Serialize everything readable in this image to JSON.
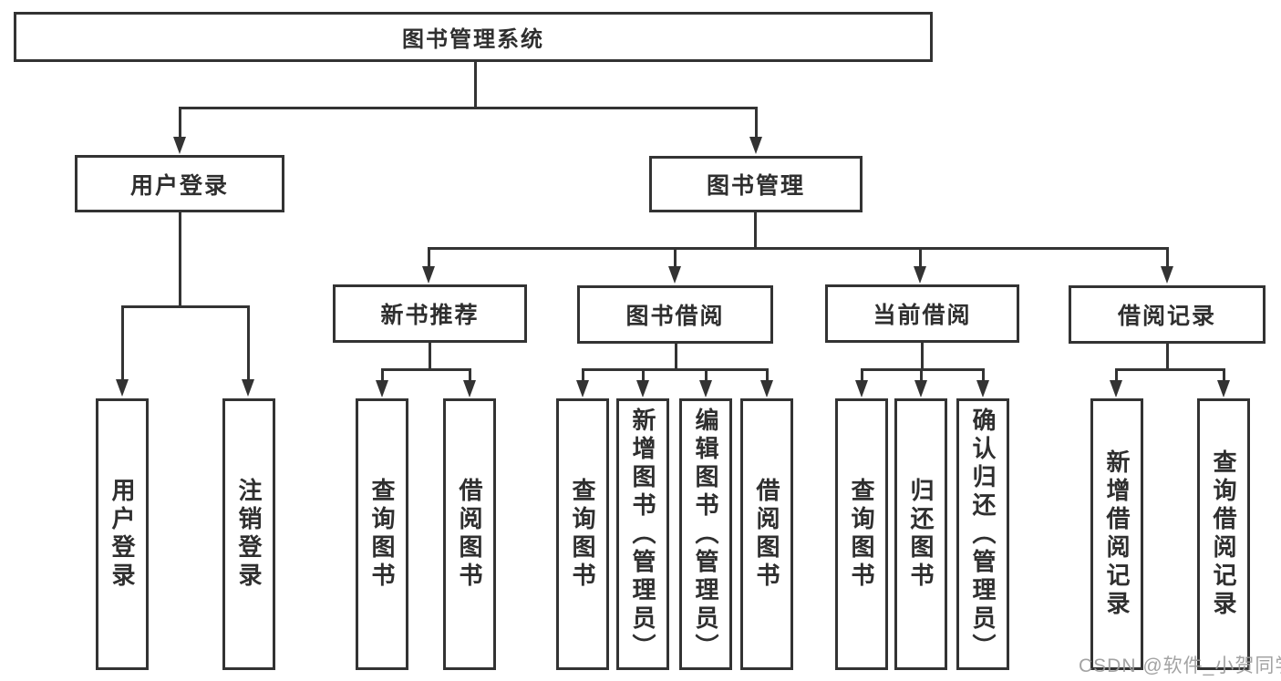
{
  "colors": {
    "line": "#333333",
    "text": "#2f2f2f",
    "watermark": "#9b9b9b",
    "background": "#ffffff"
  },
  "watermark": "CSDN @软件_小贺同学",
  "tree": {
    "label": "图书管理系统",
    "children": [
      {
        "label": "用户登录",
        "children": [
          {
            "label": "用户登录"
          },
          {
            "label": "注销登录"
          }
        ]
      },
      {
        "label": "图书管理",
        "children": [
          {
            "label": "新书推荐",
            "children": [
              {
                "label": "查询图书"
              },
              {
                "label": "借阅图书"
              }
            ]
          },
          {
            "label": "图书借阅",
            "children": [
              {
                "label": "查询图书"
              },
              {
                "label": "新增图书（管理员）"
              },
              {
                "label": "编辑图书（管理员）"
              },
              {
                "label": "借阅图书"
              }
            ]
          },
          {
            "label": "当前借阅",
            "children": [
              {
                "label": "查询图书"
              },
              {
                "label": "归还图书"
              },
              {
                "label": "确认归还（管理员）"
              }
            ]
          },
          {
            "label": "借阅记录",
            "children": [
              {
                "label": "新增借阅记录"
              },
              {
                "label": "查询借阅记录"
              }
            ]
          }
        ]
      }
    ]
  }
}
